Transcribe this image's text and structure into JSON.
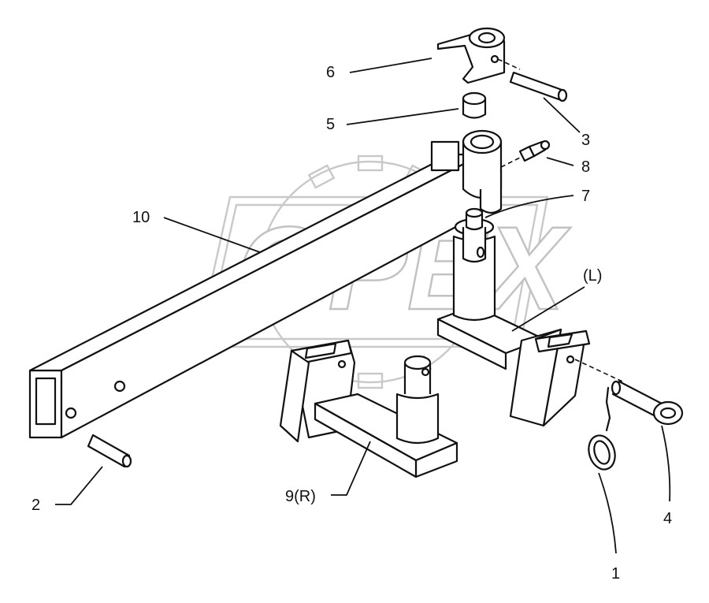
{
  "watermark": {
    "text": "OPEX",
    "color": "#c2c2c2"
  },
  "callouts": [
    {
      "id": "6",
      "label": "6"
    },
    {
      "id": "5",
      "label": "5"
    },
    {
      "id": "3",
      "label": "3"
    },
    {
      "id": "8",
      "label": "8"
    },
    {
      "id": "7",
      "label": "7"
    },
    {
      "id": "10",
      "label": "10"
    },
    {
      "id": "L",
      "label": "(L)"
    },
    {
      "id": "2",
      "label": "2"
    },
    {
      "id": "9R",
      "label": "9(R)"
    },
    {
      "id": "4",
      "label": "4"
    },
    {
      "id": "1",
      "label": "1"
    }
  ]
}
